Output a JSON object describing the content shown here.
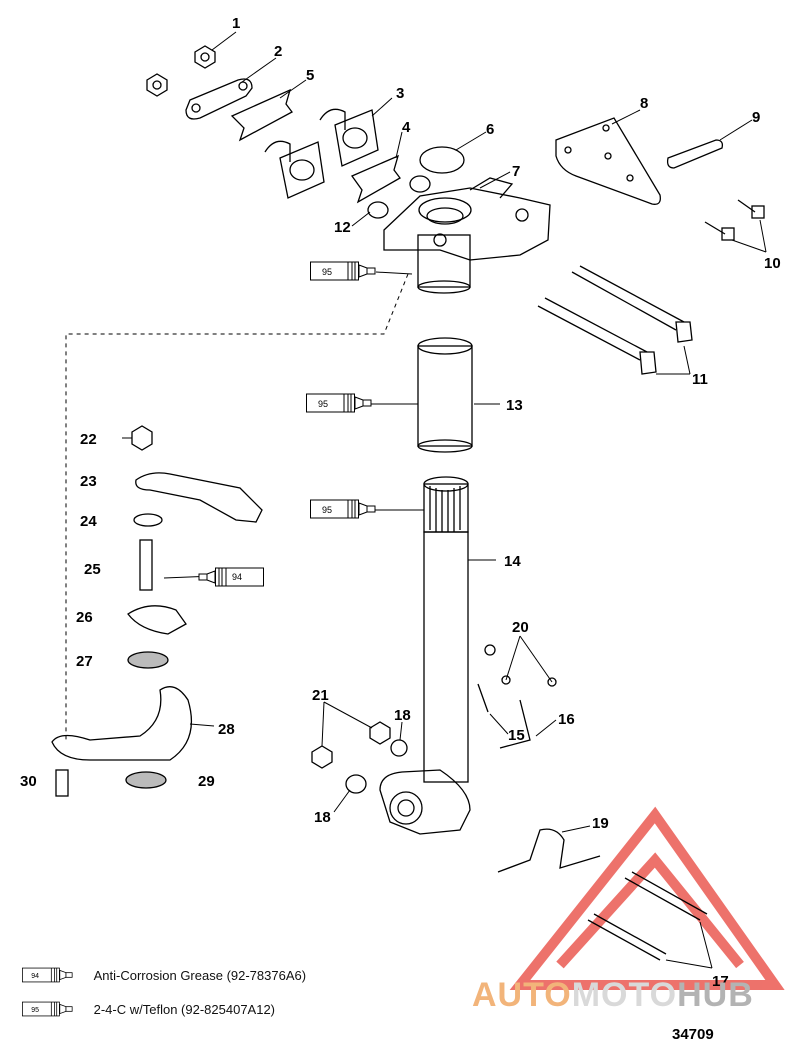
{
  "callouts": [
    "1",
    "2",
    "3",
    "4",
    "5",
    "6",
    "7",
    "8",
    "9",
    "10",
    "11",
    "12",
    "13",
    "14",
    "15",
    "16",
    "17",
    "18",
    "18",
    "19",
    "20",
    "21",
    "22",
    "23",
    "24",
    "25",
    "26",
    "27",
    "28",
    "29",
    "30"
  ],
  "tube_labels": {
    "grease_94": "94",
    "teflon_95": "95"
  },
  "legend": [
    {
      "code": "94",
      "text": "Anti-Corrosion Grease (92-78376A6)"
    },
    {
      "code": "95",
      "text": "2-4-C w/Teflon (92-825407A12)"
    }
  ],
  "drawing_number": "34709",
  "watermark": {
    "part1": "AUTO",
    "part2": "MOTO",
    "part3": "HUB"
  },
  "colors": {
    "line": "#000000",
    "watermark_triangle": "#e8433a",
    "watermark_auto": "#f2b47a"
  }
}
